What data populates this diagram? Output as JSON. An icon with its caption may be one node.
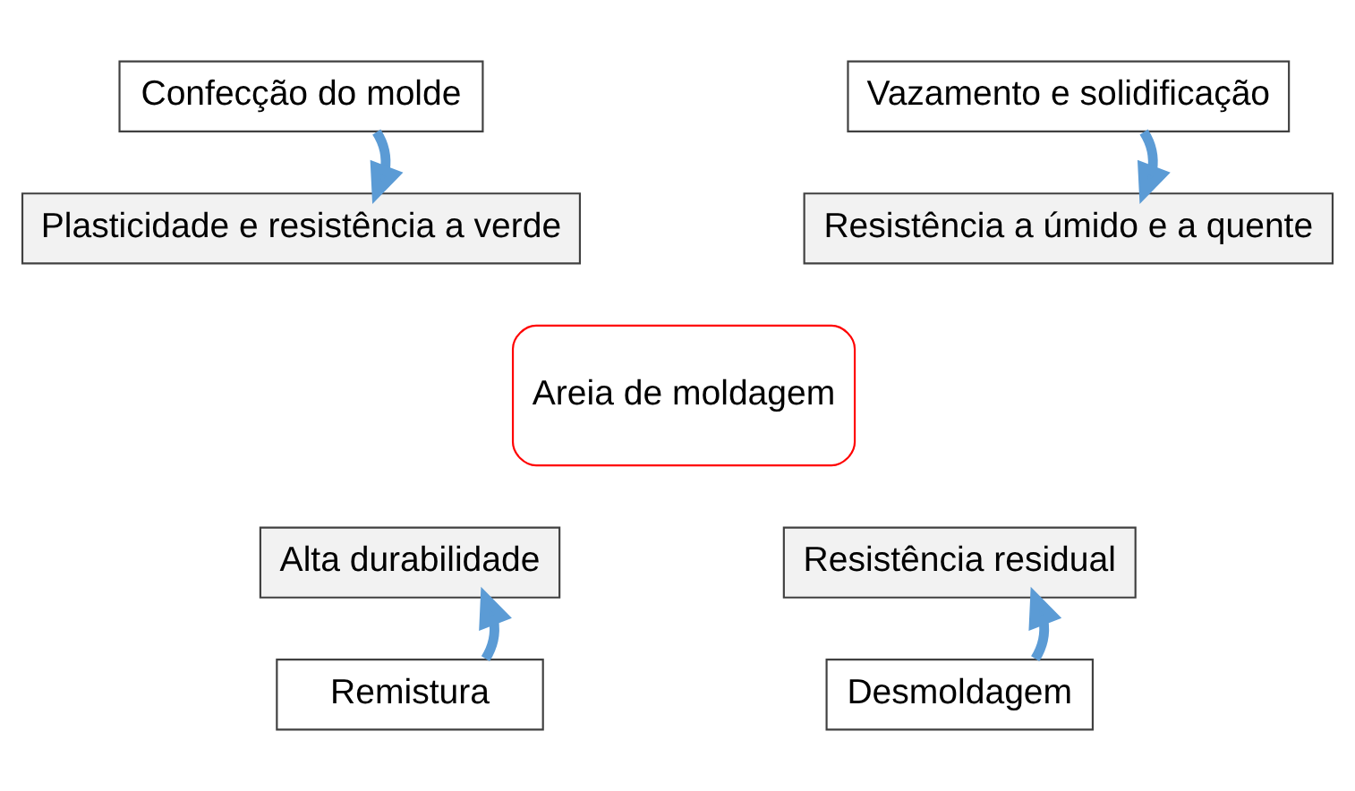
{
  "diagram": {
    "nodes": [
      {
        "text": [
          "Confecção do molde"
        ]
      },
      {
        "text": [
          "Plasticidade e resistência a verde"
        ]
      },
      {
        "text": [
          "Vazamento e solidificação"
        ]
      },
      {
        "text": [
          "Resistência a úmido e a quente"
        ]
      },
      {
        "text": [
          "Areia de moldagem"
        ]
      },
      {
        "text": [
          "Alta durabilidade"
        ]
      },
      {
        "text": [
          "Resistência residual"
        ]
      },
      {
        "text": [
          "Remistura"
        ]
      },
      {
        "text": [
          "Desmoldagem"
        ]
      }
    ],
    "edges": [
      {
        "from": 0,
        "to": 1,
        "arrow": "to"
      },
      {
        "from": 2,
        "to": 3,
        "arrow": "to"
      },
      {
        "from": 7,
        "to": 5,
        "arrow": "to"
      },
      {
        "from": 8,
        "to": 6,
        "arrow": "to"
      }
    ]
  }
}
